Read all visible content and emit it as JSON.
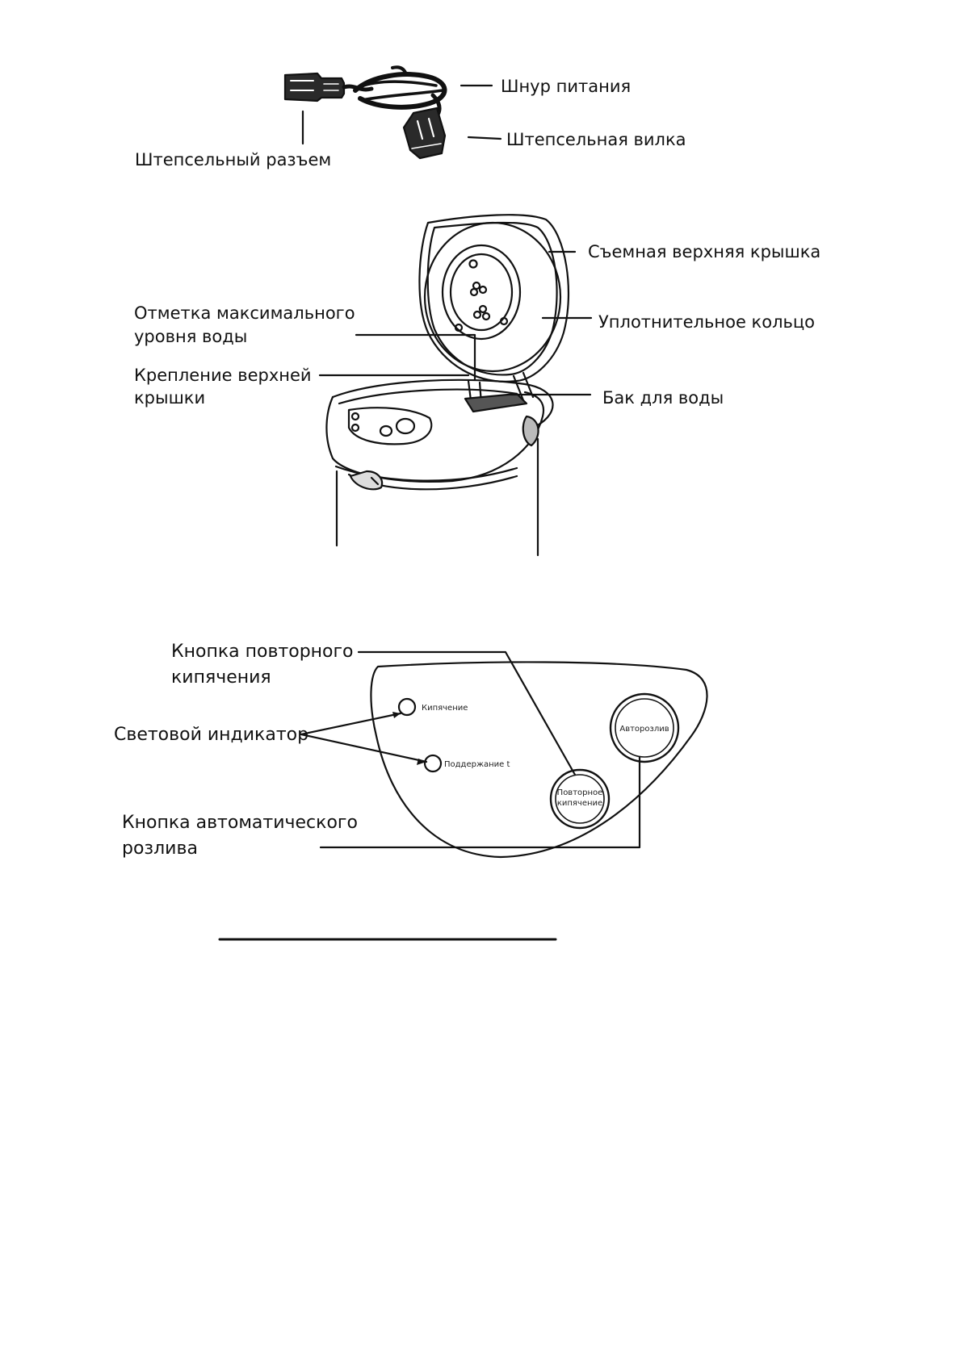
{
  "cord_section": {
    "power_cord": "Шнур питания",
    "plug": "Штепсельная вилка",
    "connector": "Штепсельный разъем"
  },
  "kettle_section": {
    "removable_lid": "Съемная верхняя крышка",
    "max_level_1": "Отметка максимального",
    "max_level_2": "уровня воды",
    "lid_mount_1": "Крепление верхней",
    "lid_mount_2": "крышки",
    "seal_ring": "Уплотнительное кольцо",
    "water_tank": "Бак для воды"
  },
  "panel_section": {
    "reboil_button_1": "Кнопка повторного",
    "reboil_button_2": "кипячения",
    "light_indicator": "Световой индикатор",
    "autopour_button_1": "Кнопка автоматического",
    "autopour_button_2": "розлива",
    "boil_text": "Кипячение",
    "keep_warm_text": "Поддержание t",
    "autopour_text": "Авторозлив",
    "reboil_text_1": "Повторное",
    "reboil_text_2": "кипячение"
  }
}
